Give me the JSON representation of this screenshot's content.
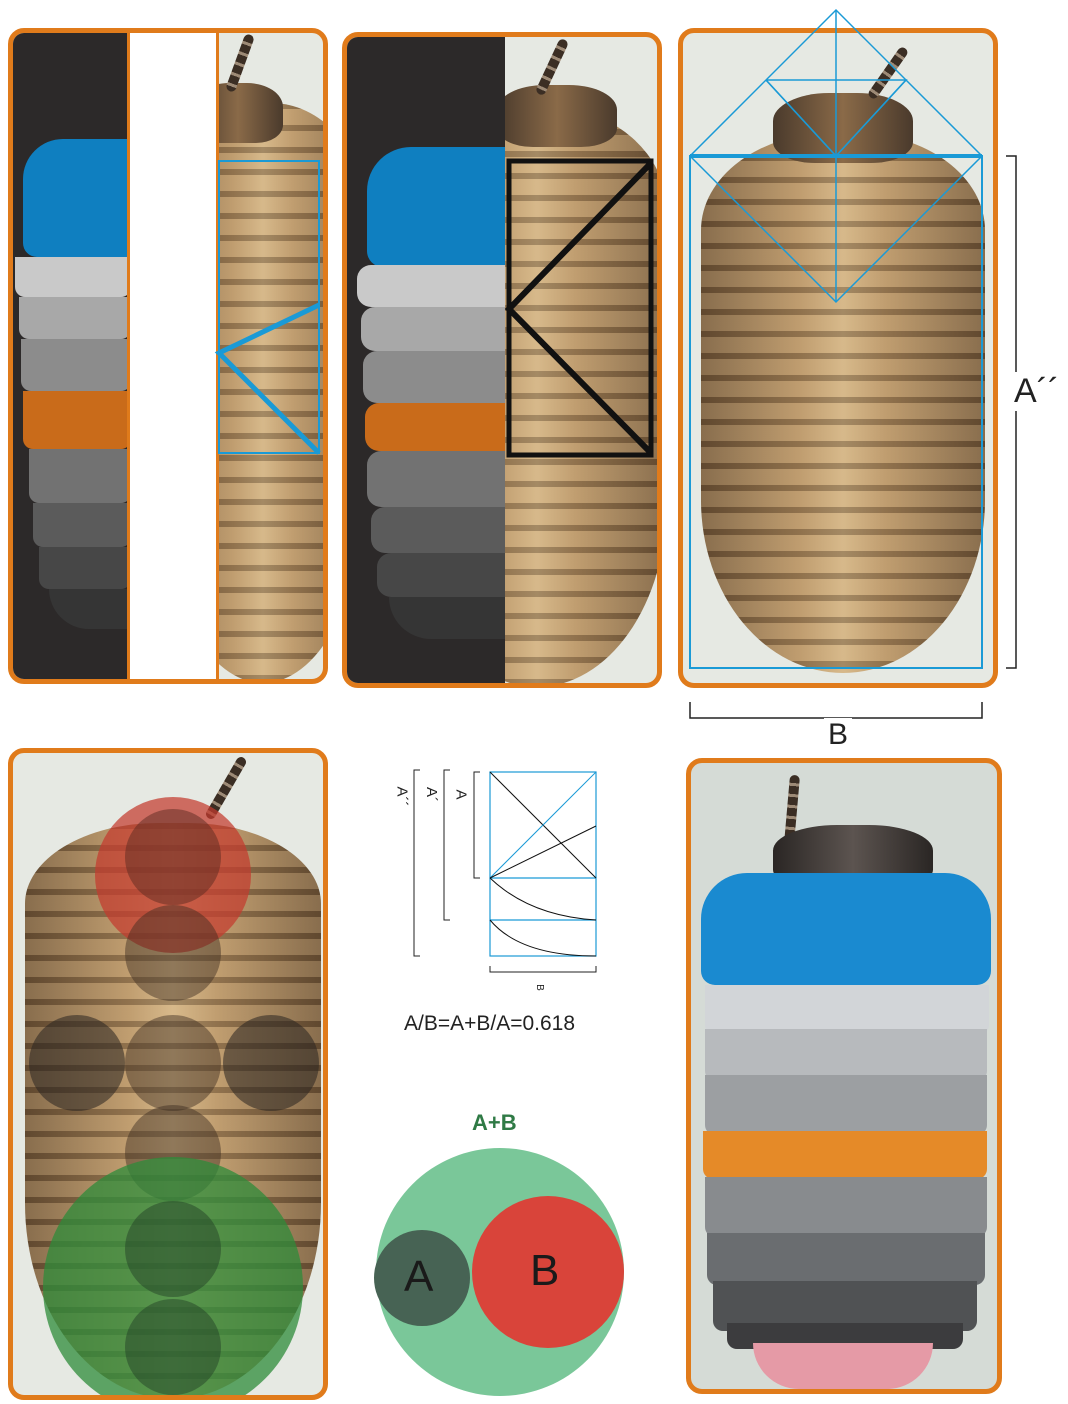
{
  "labels": {
    "a_double_prime": "A´´",
    "b_main": "B",
    "small_a": "A",
    "small_a_prime": "A´",
    "small_a_double_prime": "A´´",
    "small_b": "B"
  },
  "formula": "A/B=A+B/A=0.618",
  "circle_diagram": {
    "title": "A+B",
    "a": "A",
    "b": "B"
  },
  "colors": {
    "frame_orange": "#e07b1b",
    "guide_blue": "#1a9ad6",
    "segment_blue": "#0f7fc0",
    "segment_orange": "#c96b1a",
    "outer_green": "#7ac799",
    "circle_a": "#476354",
    "circle_b": "#d9443a",
    "title_green": "#2f7a45"
  }
}
